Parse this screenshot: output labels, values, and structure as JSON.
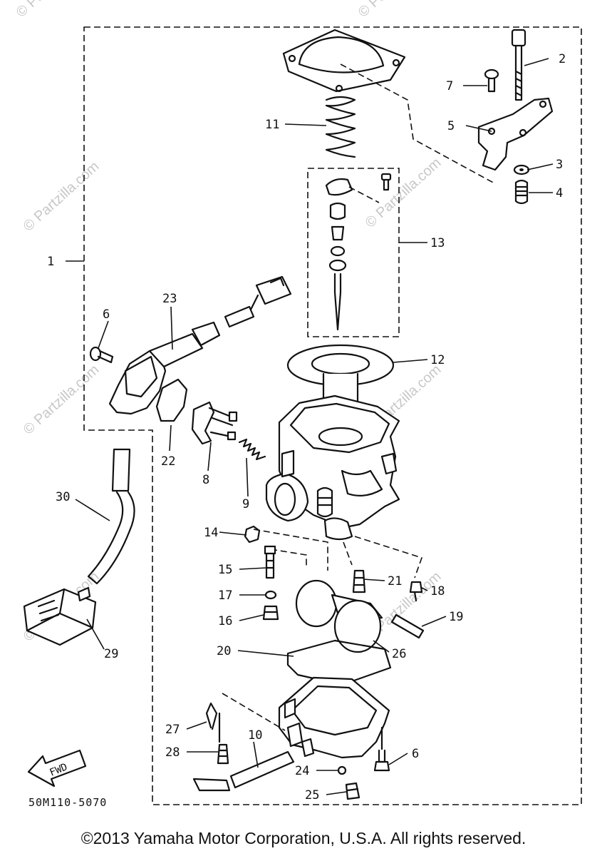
{
  "watermark": "© Partzilla.com",
  "diagram_code": "50M110-5070",
  "fwd_label": "FWD",
  "copyright": "©2013 Yamaha Motor Corporation, U.S.A. All rights reserved.",
  "callouts": [
    "1",
    "2",
    "3",
    "4",
    "5",
    "6",
    "6",
    "7",
    "8",
    "9",
    "10",
    "11",
    "12",
    "13",
    "14",
    "15",
    "16",
    "17",
    "18",
    "19",
    "20",
    "21",
    "22",
    "23",
    "24",
    "25",
    "26",
    "27",
    "28",
    "29",
    "30"
  ]
}
